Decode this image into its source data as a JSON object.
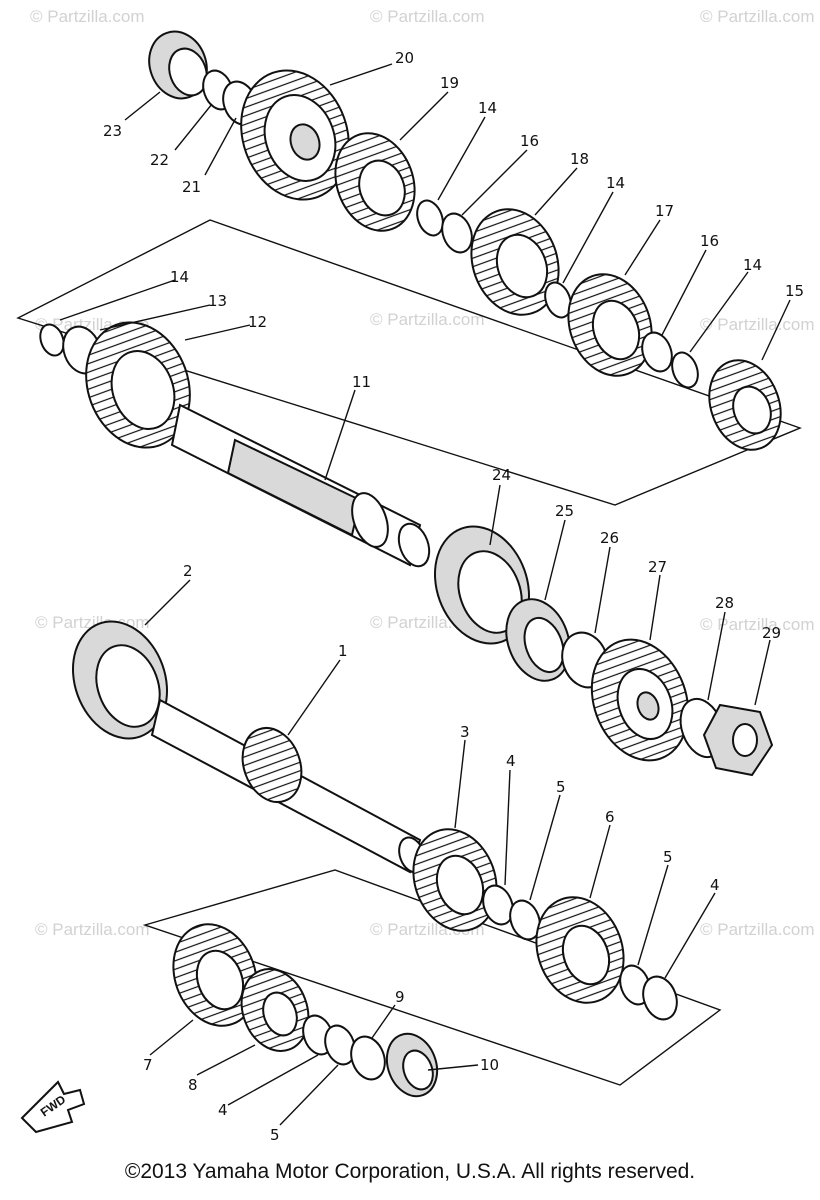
{
  "watermark": "© Partzilla.com",
  "copyright": "©2013 Yamaha Motor Corporation, U.S.A. All rights reserved.",
  "fwd_label": "FWD",
  "callouts": [
    "23",
    "22",
    "21",
    "20",
    "19",
    "14",
    "16",
    "18",
    "14",
    "17",
    "16",
    "14",
    "15",
    "14",
    "13",
    "12",
    "11",
    "24",
    "25",
    "26",
    "27",
    "28",
    "29",
    "2",
    "1",
    "3",
    "4",
    "5",
    "6",
    "5",
    "4",
    "9",
    "10",
    "7",
    "8",
    "4",
    "5"
  ]
}
